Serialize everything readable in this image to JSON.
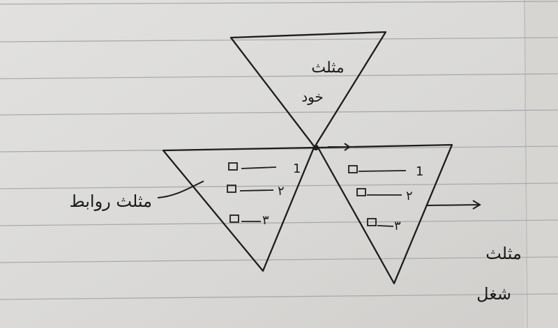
{
  "labels": {
    "top_triangle_line1": "مثلث",
    "top_triangle_line2": "خود",
    "left_label": "مثلث روابط",
    "right_label_line1": "مثلث",
    "right_label_line2": "شغل"
  },
  "left_triangle_items": [
    {
      "num": "1"
    },
    {
      "num": "٢"
    },
    {
      "num": "٣"
    }
  ],
  "right_triangle_items": [
    {
      "num": "1"
    },
    {
      "num": "٢"
    },
    {
      "num": "٣"
    }
  ]
}
